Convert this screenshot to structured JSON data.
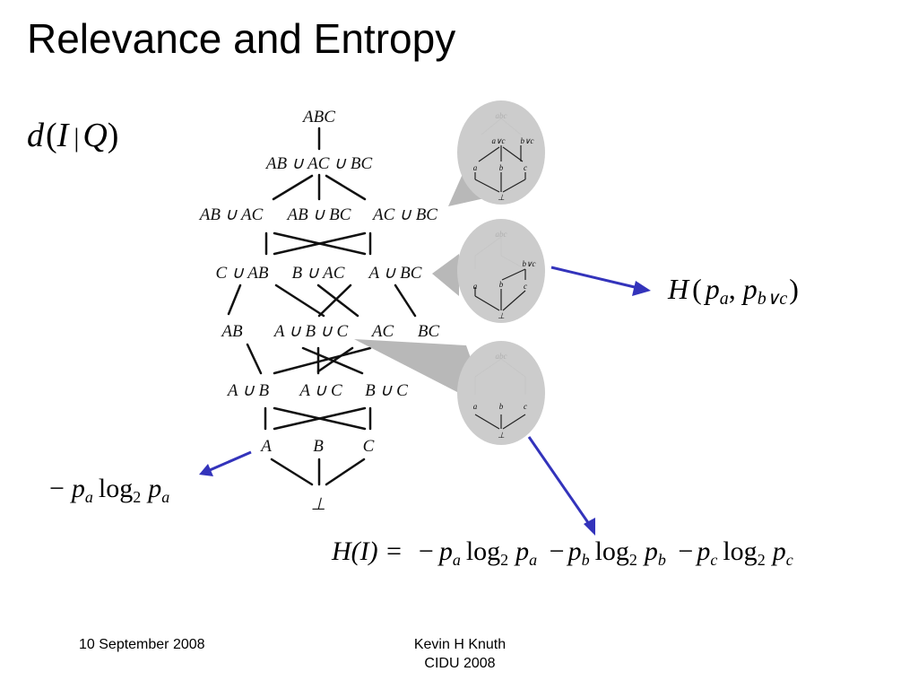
{
  "slide": {
    "title": "Relevance and Entropy",
    "footer_left": "10 September 2008",
    "footer_author": "Kevin H Knuth",
    "footer_event": "CIDU 2008"
  },
  "formulas": {
    "distance": {
      "d": "d",
      "lp": "(",
      "I": "I",
      "bar": "|",
      "Q": "Q",
      "rp": ")"
    },
    "pair_entropy": {
      "H": "H",
      "lp": "(",
      "p1": "p",
      "s1": "a",
      "comma": ",",
      "p2": "p",
      "s2": "b∨c",
      "rp": ")"
    },
    "surprisal": {
      "minus": "−",
      "p": "p",
      "s": "a",
      "log": "log",
      "base": "2",
      "p2": "p",
      "s2": "a"
    },
    "entropy": {
      "lhs": "H(I) =",
      "terms": [
        {
          "sign": "−",
          "p": "p",
          "sub": "a",
          "log": "log",
          "base": "2",
          "p2": "p",
          "sub2": "a"
        },
        {
          "sign": "−",
          "p": "p",
          "sub": "b",
          "log": "log",
          "base": "2",
          "p2": "p",
          "sub2": "b"
        },
        {
          "sign": "−",
          "p": "p",
          "sub": "c",
          "log": "log",
          "base": "2",
          "p2": "p",
          "sub2": "c"
        }
      ]
    }
  },
  "lattice": {
    "top": "ABC",
    "l1": "AB ∪ AC ∪ BC",
    "l2": [
      "AB ∪ AC",
      "AB ∪ BC",
      "AC ∪ BC"
    ],
    "l3": [
      "C ∪ AB",
      "B ∪ AC",
      "A ∪ BC"
    ],
    "l4": [
      "AB",
      "A ∪ B ∪ C",
      "AC",
      "BC"
    ],
    "l5": [
      "A ∪ B",
      "A ∪ C",
      "B ∪ C"
    ],
    "l6": [
      "A",
      "B",
      "C"
    ],
    "bottom": "⊥"
  },
  "mini_lattice": {
    "atoms": [
      "a",
      "b",
      "c"
    ],
    "bottom": "⊥",
    "joins_top": [
      "a∨c",
      "b∨c"
    ],
    "join_mid": "b∨c"
  },
  "colors": {
    "arrow": "#3333bb",
    "bubble": "#cccccc",
    "shadow": "#b8b8b8"
  }
}
